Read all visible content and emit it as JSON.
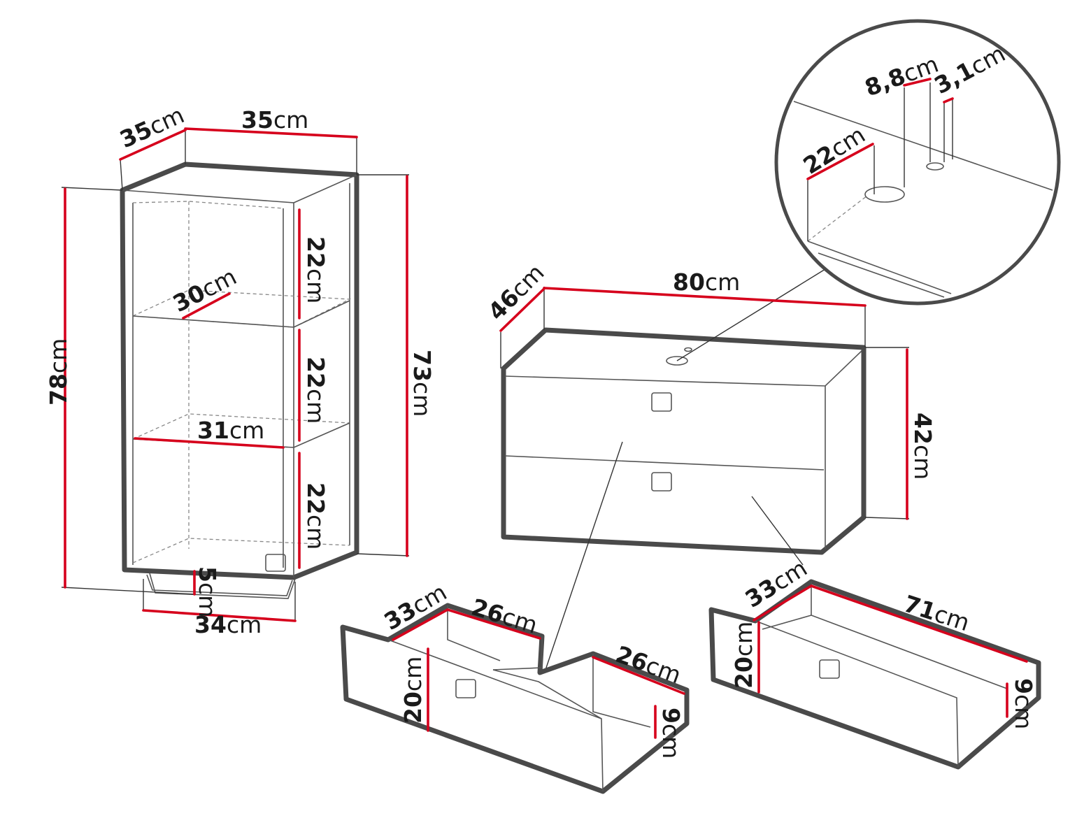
{
  "labels": {
    "cab_depth": {
      "num": "35",
      "unit": "cm"
    },
    "cab_width": {
      "num": "35",
      "unit": "cm"
    },
    "cab_height": {
      "num": "78",
      "unit": "cm"
    },
    "cab_side": {
      "num": "73",
      "unit": "cm"
    },
    "shelf_gap_1": {
      "num": "22",
      "unit": "cm"
    },
    "shelf_gap_2": {
      "num": "22",
      "unit": "cm"
    },
    "shelf_gap_3": {
      "num": "22",
      "unit": "cm"
    },
    "shelf_depth": {
      "num": "30",
      "unit": "cm"
    },
    "shelf_width": {
      "num": "31",
      "unit": "cm"
    },
    "rail_height": {
      "num": "5",
      "unit": "cm"
    },
    "rail_width": {
      "num": "34",
      "unit": "cm"
    },
    "sink_depth": {
      "num": "46",
      "unit": "cm"
    },
    "sink_width": {
      "num": "80",
      "unit": "cm"
    },
    "sink_height": {
      "num": "42",
      "unit": "cm"
    },
    "hole_offset": {
      "num": "22",
      "unit": "cm"
    },
    "hole_large": {
      "num": "8,8",
      "unit": "cm"
    },
    "hole_small": {
      "num": "3,1",
      "unit": "cm"
    },
    "dl_depth": {
      "num": "33",
      "unit": "cm"
    },
    "dl_inner_a": {
      "num": "26",
      "unit": "cm"
    },
    "dl_inner_b": {
      "num": "26",
      "unit": "cm"
    },
    "dl_front": {
      "num": "20",
      "unit": "cm"
    },
    "dl_side": {
      "num": "9",
      "unit": "cm"
    },
    "dr_depth": {
      "num": "33",
      "unit": "cm"
    },
    "dr_width": {
      "num": "71",
      "unit": "cm"
    },
    "dr_front": {
      "num": "20",
      "unit": "cm"
    },
    "dr_side": {
      "num": "9",
      "unit": "cm"
    }
  },
  "colors": {
    "dimension_line": "#d6001c",
    "outline": "#4a4a4a",
    "text": "#1a1a1a"
  }
}
